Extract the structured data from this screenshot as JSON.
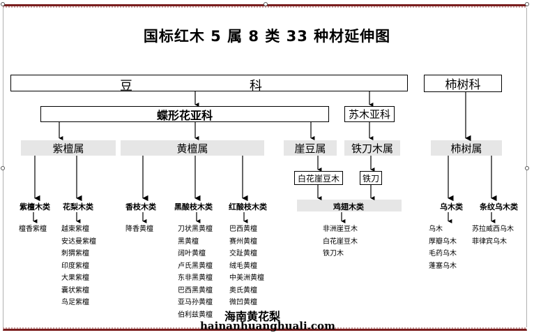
{
  "title": "国标红木 5 属 8 类 33 种材延伸图",
  "families": {
    "fabaceae_left": "豆",
    "fabaceae_right": "科",
    "ebenaceae": "柿树科"
  },
  "subfamilies": {
    "papilionoideae": "蝶形花亚科",
    "caesalpinioideae": "苏木亚科"
  },
  "genera": {
    "pterocarpus": "紫檀属",
    "dalbergia": "黄檀属",
    "millettia": "崖豆属",
    "cassia": "铁刀木属",
    "diospyros": "柿树属"
  },
  "tags": {
    "baihua": "白花崖豆木",
    "tiedao": "铁刀"
  },
  "categories": {
    "zitan": "紫檀木类",
    "huali": "花梨木类",
    "xiangzhi": "香枝木类",
    "heisuanzhi": "黑酸枝木类",
    "hongsuanzhi": "红酸枝木类",
    "jichi": "鸡翅木类",
    "wumu": "乌木类",
    "tiaowen": "条纹乌木类"
  },
  "species": {
    "zitan": [
      "檀香紫檀"
    ],
    "huali": [
      "越柬紫檀",
      "安达曼紫檀",
      "刺猬紫檀",
      "印度紫檀",
      "大果紫檀",
      "囊状紫檀",
      "鸟足紫檀"
    ],
    "xiangzhi": [
      "降香黄檀"
    ],
    "heisuanzhi": [
      "刀状黑黄檀",
      "黑黄檀",
      "阔叶黄檀",
      "卢氏黑黄檀",
      "东非黑黄檀",
      "巴西黑黄檀",
      "亚马孙黄檀",
      "伯利兹黄檀"
    ],
    "hongsuanzhi": [
      "巴西黄檀",
      "赛州黄檀",
      "交趾黄檀",
      "绒毛黄檀",
      "中美洲黄檀",
      "奥氏黄檀",
      "微凹黄檀"
    ],
    "jichi": [
      "非洲崖豆木",
      "白花崖豆木",
      "铁刀木"
    ],
    "wumu": [
      "乌木",
      "厚瓣乌木",
      "毛药乌木",
      "蓬塞乌木"
    ],
    "tiaowen": [
      "苏拉威西乌木",
      "菲律宾乌木"
    ]
  },
  "watermark": {
    "name": "海南黄花梨",
    "site": "hainanhuanghuali.com"
  }
}
